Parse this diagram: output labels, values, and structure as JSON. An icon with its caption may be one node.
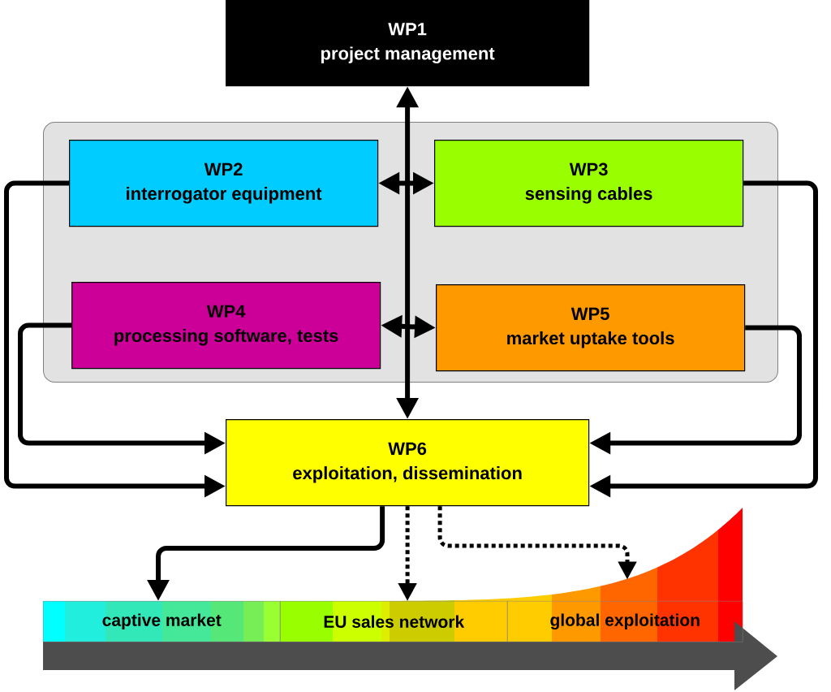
{
  "diagram": {
    "nodes": [
      {
        "text": [
          "WP1",
          "project management"
        ]
      },
      {
        "text": [],
        "shape": "box"
      },
      {
        "text": [
          "WP2",
          "interrogator equipment"
        ],
        "in": 1
      },
      {
        "text": [
          "WP3",
          "sensing cables"
        ],
        "in": 1
      },
      {
        "text": [
          "WP4",
          "processing software, tests"
        ],
        "in": 1
      },
      {
        "text": [
          "WP5",
          "market uptake tools"
        ],
        "in": 1
      },
      {
        "text": [
          "WP6",
          "exploitation, dissemination"
        ]
      },
      {
        "text": [
          "captive market"
        ]
      },
      {
        "text": [
          "EU sales network"
        ]
      },
      {
        "text": [
          "global exploitation"
        ]
      }
    ],
    "edges": [
      {
        "from": 0,
        "to": 6,
        "arrow": "both"
      },
      {
        "from": 2,
        "to": 3,
        "arrow": "both"
      },
      {
        "from": 4,
        "to": 5,
        "arrow": "both"
      },
      {
        "from": 2,
        "to": 6,
        "arrow": "to"
      },
      {
        "from": 4,
        "to": 6,
        "arrow": "to"
      },
      {
        "from": 3,
        "to": 6,
        "arrow": "to"
      },
      {
        "from": 5,
        "to": 6,
        "arrow": "to"
      },
      {
        "from": 6,
        "to": 7,
        "arrow": "to"
      },
      {
        "from": 6,
        "to": 8,
        "arrow": "to",
        "style": "dashed"
      },
      {
        "from": 6,
        "to": 9,
        "arrow": "to",
        "style": "dashed"
      }
    ]
  }
}
